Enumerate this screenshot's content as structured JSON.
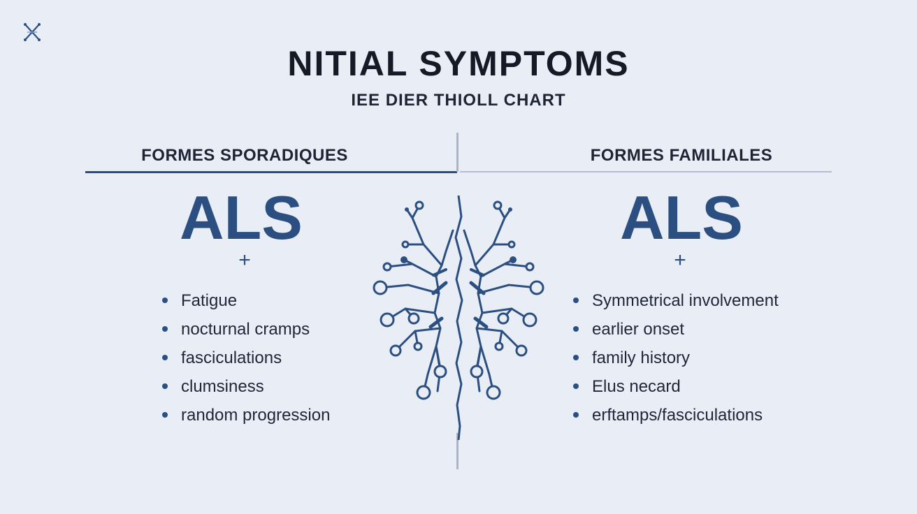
{
  "header": {
    "title": "NITIAL SYMPTOMS",
    "subtitle": "IEE DIER THIOLL CHART"
  },
  "left": {
    "heading": "FORMES SPORADIQUES",
    "label": "ALS",
    "plus": "+",
    "items": [
      "Fatigue",
      "nocturnal cramps",
      "fasciculations",
      "clumsiness",
      "random progression"
    ]
  },
  "right": {
    "heading": "FORMES FAMILIALES",
    "label": "ALS",
    "plus": "+",
    "items": [
      "Symmetrical involvement",
      "earlier onset",
      "family history",
      "Elus necard",
      "erftamps/fasciculations"
    ]
  },
  "colors": {
    "accent": "#2b4f80",
    "background": "#e9edf6",
    "divider": "#aab4c8"
  },
  "icons": {
    "logo": "dna-helix-icon",
    "center_graphic": "neural-tree-icon"
  }
}
